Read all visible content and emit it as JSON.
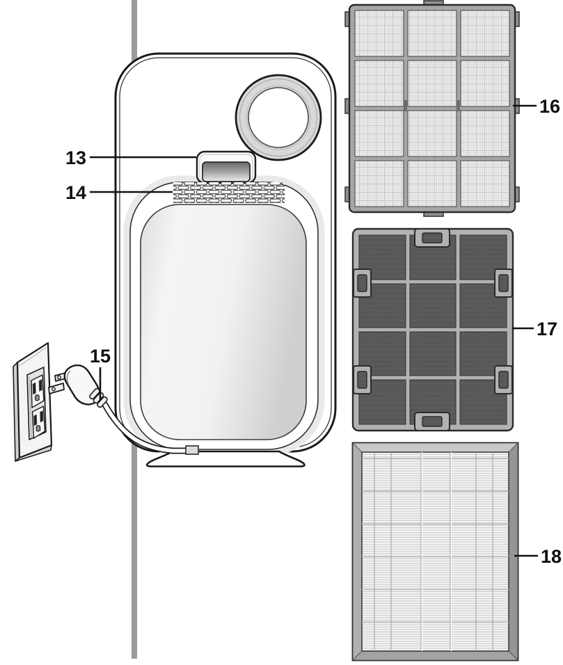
{
  "diagram": {
    "description": "Air purifier rear-view parts diagram with wall outlet, power plug and three filters",
    "callouts": {
      "c13": {
        "label": "13",
        "part": "carry-handle"
      },
      "c14": {
        "label": "14",
        "part": "air-vent-grille"
      },
      "c15": {
        "label": "15",
        "part": "power-plug-and-cord"
      },
      "c16": {
        "label": "16",
        "part": "pre-filter-mesh"
      },
      "c17": {
        "label": "17",
        "part": "carbon-filter"
      },
      "c18": {
        "label": "18",
        "part": "hepa-filter"
      }
    }
  },
  "colors": {
    "wall_line": "#9b9b9b",
    "outline": "#1a1a1a",
    "ring_fill": "#d8d8d8",
    "panel_fill": "#efefef",
    "prefilter_frame": "#a6a6a6",
    "prefilter_mesh": "#ededed",
    "carbon_frame": "#b2b2b2",
    "carbon_media": "#595959",
    "hepa_frame": "#b8b8b8",
    "hepa_media": "#f3f3f3",
    "label_text": "#111111"
  }
}
